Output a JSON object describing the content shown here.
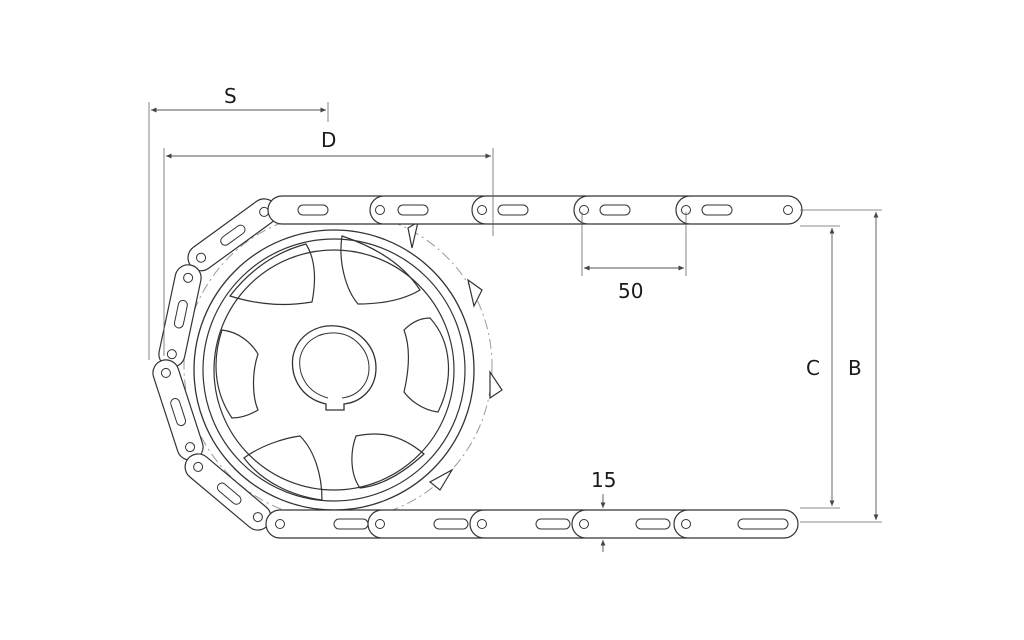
{
  "labels": {
    "s": "S",
    "d": "D",
    "pitch": "50",
    "c": "C",
    "b": "B",
    "thickness": "15"
  },
  "colors": {
    "line": "#333333",
    "dimension": "#555555",
    "background": "#ffffff"
  }
}
